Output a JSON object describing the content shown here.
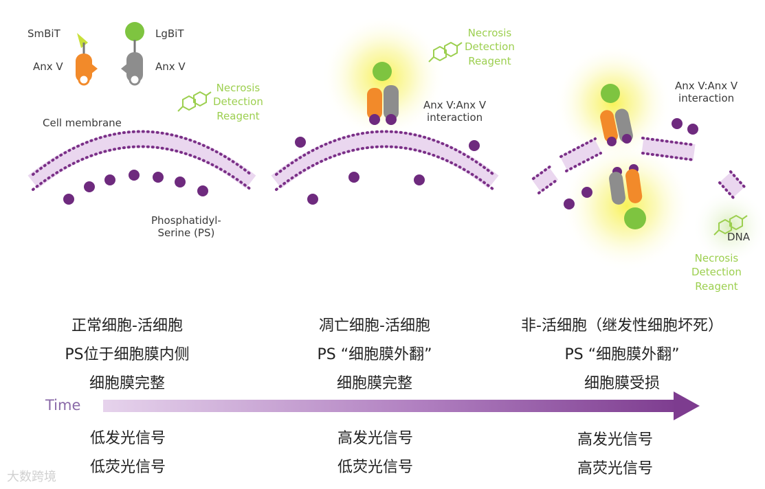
{
  "legend": {
    "smbit": "SmBiT",
    "lgbit": "LgBiT",
    "anx_left": "Anx V",
    "anx_right": "Anx V"
  },
  "reagent_label": "Necrosis\nDetection\nReagent",
  "labels": {
    "cell_membrane": "Cell membrane",
    "ps": "Phosphatidyl-\nSerine (PS)",
    "interaction1": "Anx V:Anx V\ninteraction",
    "interaction2": "Anx V:Anx V\ninteraction",
    "dna": "DNA"
  },
  "stages": [
    {
      "l1": "正常细胞-活细胞",
      "l2": "PS位于细胞膜内侧",
      "l3": "细胞膜完整",
      "s1": "低发光信号",
      "s2": "低荧光信号"
    },
    {
      "l1": "凋亡细胞-活细胞",
      "l2": "PS “细胞膜外翻”",
      "l3": "细胞膜完整",
      "s1": "高发光信号",
      "s2": "低荧光信号"
    },
    {
      "l1": "非-活细胞（继发性细胞坏死）",
      "l2": "PS “细胞膜外翻”",
      "l3": "细胞膜受损",
      "s1": "高发光信号",
      "s2": "高荧光信号"
    }
  ],
  "time_label": "Time",
  "watermark": "大数跨境",
  "colors": {
    "membrane_fill": "#ead7ef",
    "lipid": "#7a2f87",
    "ps_dot": "#6e2a7e",
    "smbit": "#c8e03a",
    "lgbit": "#7ec440",
    "anx_orange": "#f28a2a",
    "anx_gray": "#8d8d8d",
    "reagent_green": "#9ccf4f",
    "arrow": "#7d3c8f",
    "glow": "#f7f03a"
  }
}
